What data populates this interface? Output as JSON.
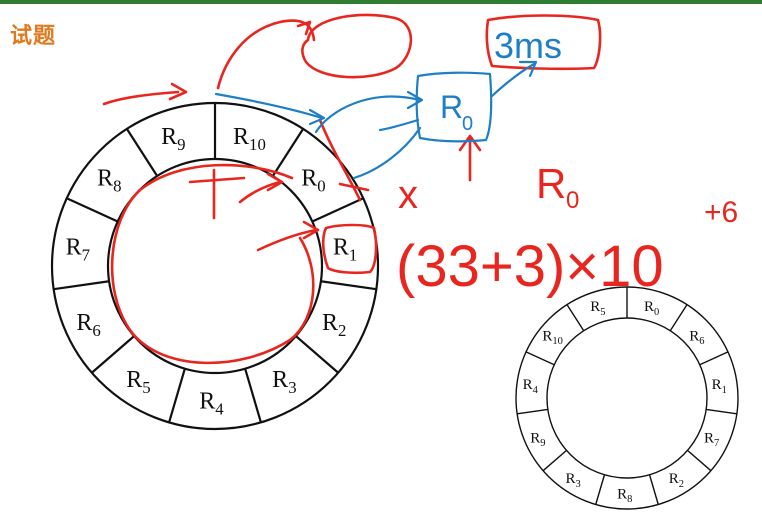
{
  "title": "试题",
  "colors": {
    "title": "#e07a1f",
    "ring": "#111111",
    "red_ink": "#e8261f",
    "blue_ink": "#1f7fc6",
    "topbar": "#2e7d32"
  },
  "large_disk": {
    "sectors": [
      {
        "base": "R",
        "sub": "10"
      },
      {
        "base": "R",
        "sub": "0"
      },
      {
        "base": "R",
        "sub": "1"
      },
      {
        "base": "R",
        "sub": "2"
      },
      {
        "base": "R",
        "sub": "3"
      },
      {
        "base": "R",
        "sub": "4"
      },
      {
        "base": "R",
        "sub": "5"
      },
      {
        "base": "R",
        "sub": "6"
      },
      {
        "base": "R",
        "sub": "7"
      },
      {
        "base": "R",
        "sub": "8"
      },
      {
        "base": "R",
        "sub": "9"
      }
    ]
  },
  "small_disk": {
    "sectors": [
      {
        "base": "R",
        "sub": "0"
      },
      {
        "base": "R",
        "sub": "6"
      },
      {
        "base": "R",
        "sub": "1"
      },
      {
        "base": "R",
        "sub": "7"
      },
      {
        "base": "R",
        "sub": "2"
      },
      {
        "base": "R",
        "sub": "8"
      },
      {
        "base": "R",
        "sub": "3"
      },
      {
        "base": "R",
        "sub": "9"
      },
      {
        "base": "R",
        "sub": "4"
      },
      {
        "base": "R",
        "sub": "10"
      },
      {
        "base": "R",
        "sub": "5"
      }
    ]
  },
  "annotations": {
    "time": "3ms",
    "box_label_base": "R",
    "box_label_sub": "0",
    "red_r0_base": "R",
    "red_r0_sub": "0",
    "formula": "(33+3)×10",
    "exponent": "+6",
    "cross": "x"
  }
}
